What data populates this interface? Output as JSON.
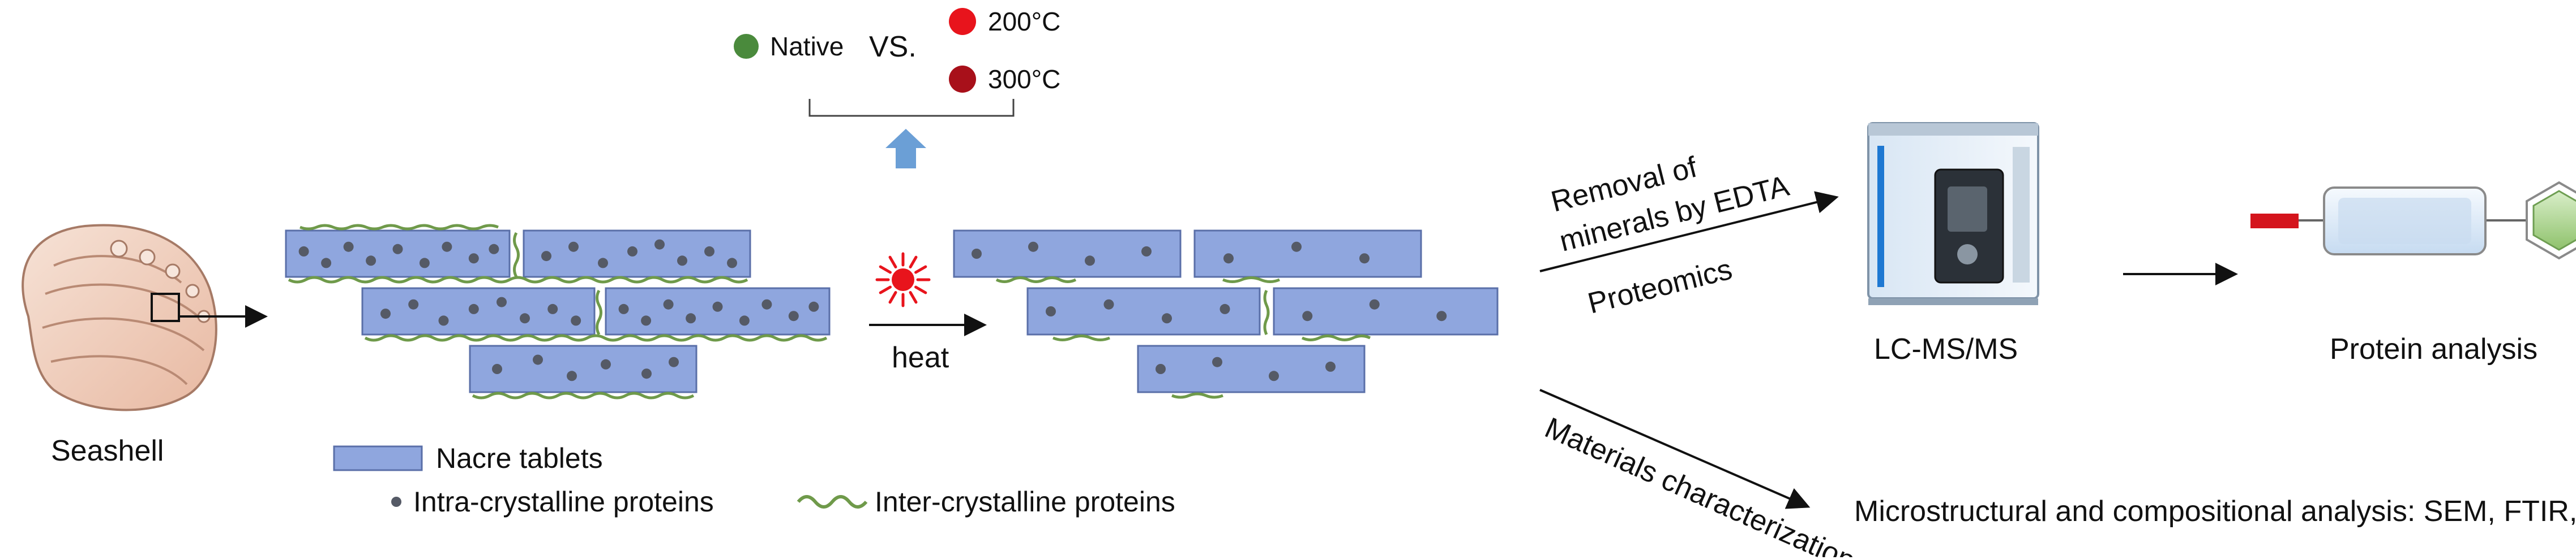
{
  "labels": {
    "seashell": "Seashell",
    "native": "Native",
    "vs": "VS.",
    "temp_200": "200°C",
    "temp_300": "300°C",
    "heat": "heat",
    "removal_line1": "Removal of",
    "removal_line2": "minerals by EDTA",
    "proteomics": "Proteomics",
    "lcms": "LC-MS/MS",
    "protein_analysis": "Protein analysis",
    "materials_characterization": "Materials characterization",
    "microstructural": "Microstructural and compositional analysis: SEM, FTIR, XRD"
  },
  "legend": {
    "nacre_tablets": "Nacre tablets",
    "intra_proteins": "Intra-crystalline proteins",
    "inter_proteins": "Inter-crystalline proteins"
  },
  "colors": {
    "native": "#4a8a3c",
    "temp_200": "#e8141c",
    "temp_300": "#a8101a",
    "tablet_fill": "#8fa6de",
    "tablet_stroke": "#5a6fa8",
    "dot": "#555a66",
    "squiggle": "#6f9a4a",
    "up_arrow": "#6b9fd6",
    "domain_red": "#d4141c",
    "domain_magenta": "#e83ce0",
    "domain_green": "#9bcc7a"
  }
}
